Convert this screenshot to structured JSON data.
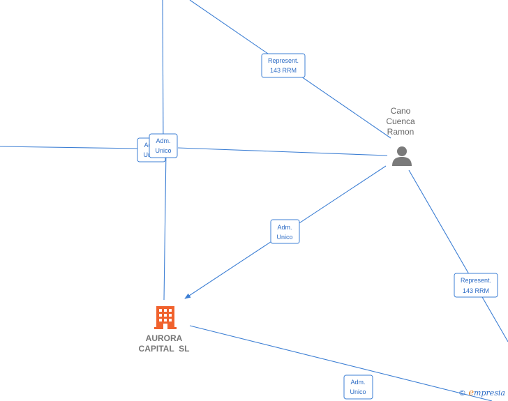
{
  "colors": {
    "edge": "#3d7fd4",
    "company": "#f0622d",
    "person": "#7a7a7a",
    "label_text": "#2a6ac4"
  },
  "nodes": {
    "person": {
      "name_lines": [
        "Cano",
        "Cuenca",
        "Ramon"
      ],
      "icon": "person-icon"
    },
    "company": {
      "name_lines": [
        "AURORA",
        "CAPITAL  SL"
      ],
      "icon": "building-icon"
    }
  },
  "edge_labels": [
    {
      "line1": "Represent.",
      "line2": "143 RRM"
    },
    {
      "line1": "Adm.",
      "line2": "Unico"
    },
    {
      "line1": "Adm.",
      "line2": "Unico"
    },
    {
      "line1": "Adm.",
      "line2": "Unico"
    },
    {
      "line1": "Represent.",
      "line2": "143 RRM"
    },
    {
      "line1": "Adm.",
      "line2": "Unico"
    }
  ],
  "watermark": {
    "copyright": "©",
    "brand_initial": "e",
    "brand_rest": "mpresia"
  }
}
